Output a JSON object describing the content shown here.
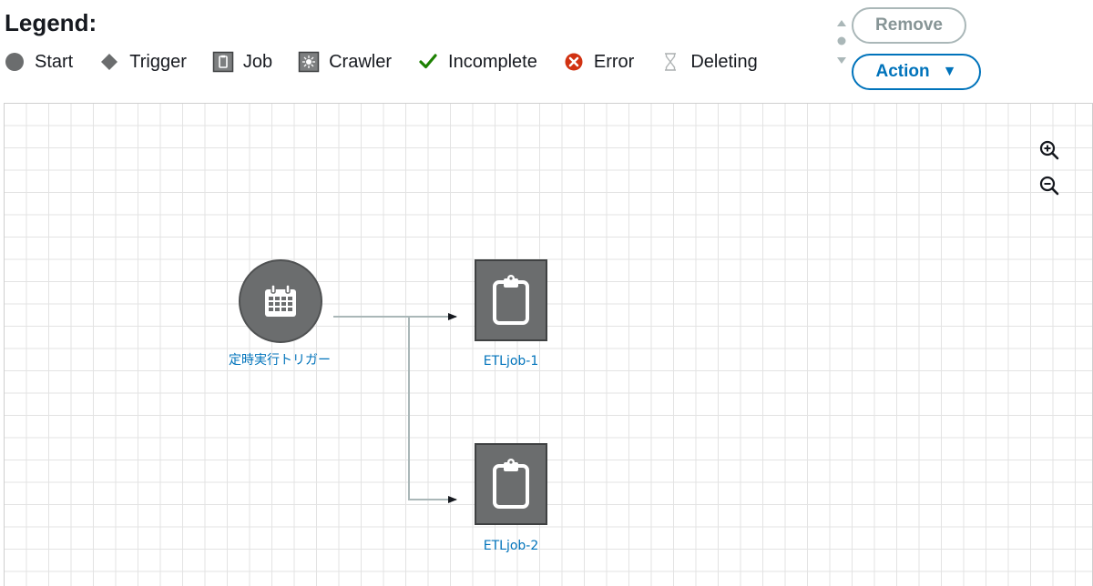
{
  "legend": {
    "title": "Legend:",
    "items": [
      {
        "label": "Start",
        "icon": "start-circle-icon"
      },
      {
        "label": "Trigger",
        "icon": "trigger-diamond-icon"
      },
      {
        "label": "Job",
        "icon": "job-icon"
      },
      {
        "label": "Crawler",
        "icon": "crawler-icon"
      },
      {
        "label": "Incomplete",
        "icon": "checkmark-icon"
      },
      {
        "label": "Error",
        "icon": "error-icon"
      },
      {
        "label": "Deleting",
        "icon": "hourglass-icon"
      }
    ]
  },
  "controls": {
    "remove_label": "Remove",
    "action_label": "Action",
    "action_caret": "▼"
  },
  "graph": {
    "trigger_node": {
      "label": "定時実行トリガー",
      "icon": "calendar-icon"
    },
    "job_nodes": [
      {
        "label": "ETLjob-1",
        "icon": "clipboard-icon"
      },
      {
        "label": "ETLjob-2",
        "icon": "clipboard-icon"
      }
    ],
    "zoom_in_icon": "zoom-in-icon",
    "zoom_out_icon": "zoom-out-icon"
  },
  "colors": {
    "accent_blue": "#0073bb",
    "node_gray": "#6b6d6e",
    "check_green": "#1d8102",
    "error_red": "#d13212",
    "disabled_gray": "#879596"
  }
}
